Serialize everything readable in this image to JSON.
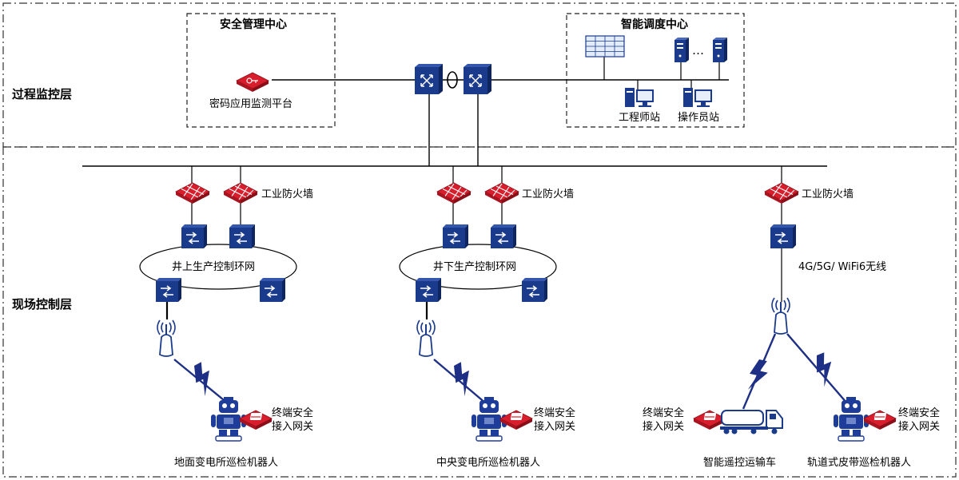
{
  "layers": {
    "process": "过程监控层",
    "field": "现场控制层"
  },
  "security_center": {
    "title": "安全管理中心",
    "platform": "密码应用监测平台"
  },
  "dispatch_center": {
    "title": "智能调度中心",
    "ellipsis": "…",
    "engineer": "工程师站",
    "operator": "操作员站"
  },
  "zones": [
    {
      "firewall": "工业防火墙",
      "ring": "井上生产控制环网",
      "device": "地面变电所巡检机器人",
      "gateway_line1": "终端安全",
      "gateway_line2": "接入网关"
    },
    {
      "firewall": "工业防火墙",
      "ring": "井下生产控制环网",
      "device": "中央变电所巡检机器人",
      "gateway_line1": "终端安全",
      "gateway_line2": "接入网关"
    },
    {
      "firewall": "工业防火墙",
      "wireless": "4G/5G/ WiFi6无线",
      "device_a": "智能遥控运输车",
      "device_b": "轨道式皮带巡检机器人",
      "gateway_a_line1": "终端安全",
      "gateway_a_line2": "接入网关",
      "gateway_b_line1": "终端安全",
      "gateway_b_line2": "接入网关"
    }
  ],
  "colors": {
    "firewall": "#d81e2c",
    "switch": "#1a3a8c",
    "robot": "#1e3d9a",
    "line": "#000000"
  },
  "icons": [
    "firewall-icon",
    "switch-icon",
    "core-switch-icon",
    "antenna-icon",
    "lightning-icon",
    "robot-icon",
    "gateway-icon",
    "truck-icon",
    "server-icon",
    "workstation-icon",
    "display-wall-icon",
    "crypto-platform-icon"
  ]
}
